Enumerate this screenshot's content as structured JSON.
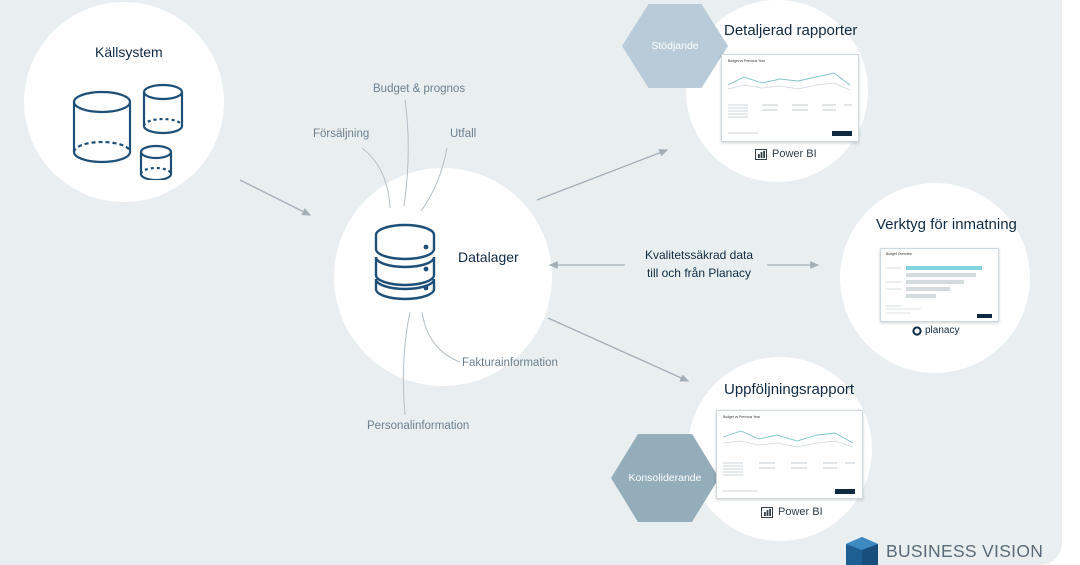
{
  "nodes": {
    "kallsystem": "Källsystem",
    "datalager": "Datalager",
    "detaljerad": "Detaljerad rapporter",
    "verktyg": "Verktyg för inmatning",
    "uppfoljning": "Uppföljningsrapport"
  },
  "sources": {
    "budget": "Budget & prognos",
    "forsaljning": "Försäljning",
    "utfall": "Utfall",
    "faktura": "Fakturainformation",
    "personal": "Personalinformation"
  },
  "center_label": {
    "line1": "Kvalitetssäkrad data",
    "line2": "till och från Planacy"
  },
  "hexagons": {
    "stodjande": "Stödjande",
    "konsoliderande": "Konsoliderande"
  },
  "brands": {
    "powerbi_top": "Power BI",
    "powerbi_bottom": "Power BI",
    "planacy": "planacy"
  },
  "report_titles": {
    "top": "Budget vs Previous Year",
    "bottom": "Budget vs Previous Year",
    "input": "Budget Overview"
  },
  "logo": {
    "text": "BUSINESS VISION"
  },
  "icons": {
    "database": "database-icon",
    "server": "server-stack-icon",
    "powerbi": "powerbi-icon",
    "planacy": "planacy-icon",
    "logo": "business-vision-cube-icon"
  },
  "colors": {
    "panel": "#e9eff1",
    "navy": "#0e2a43",
    "icon_blue": "#1d4f78",
    "hex_light": "#b9cbd8",
    "hex_dark": "#94adba",
    "arrow": "#a3aeb7",
    "accent": "#7fd6dd"
  }
}
